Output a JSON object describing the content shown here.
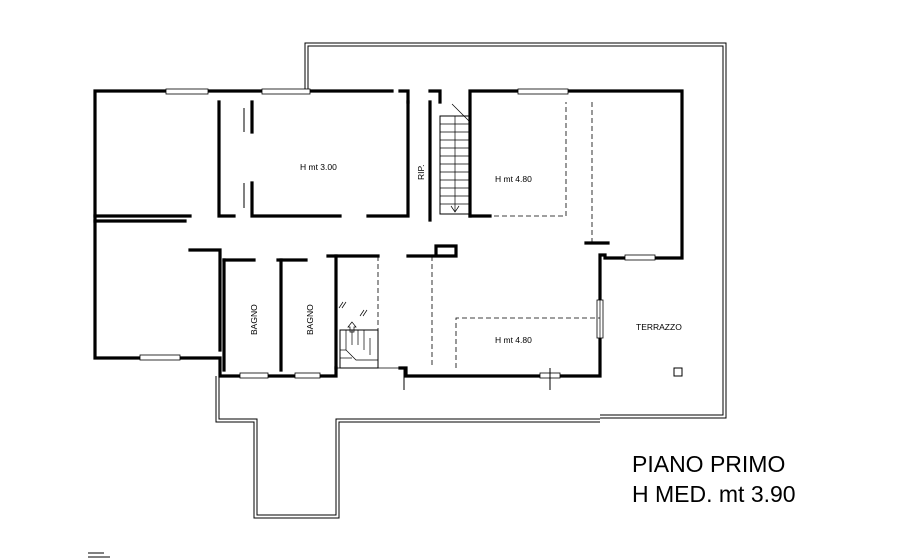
{
  "rooms": {
    "center_height": "H mt 3.00",
    "right_height": "H mt 4.80",
    "bottom_height": "H mt 4.80",
    "ripostiglio": "RIP.",
    "bath_left": "BAGNO",
    "bath_right": "BAGNO",
    "terrace": "TERRAZZO"
  },
  "title": {
    "line1": "PIANO PRIMO",
    "line2": "H MED. mt 3.90"
  }
}
